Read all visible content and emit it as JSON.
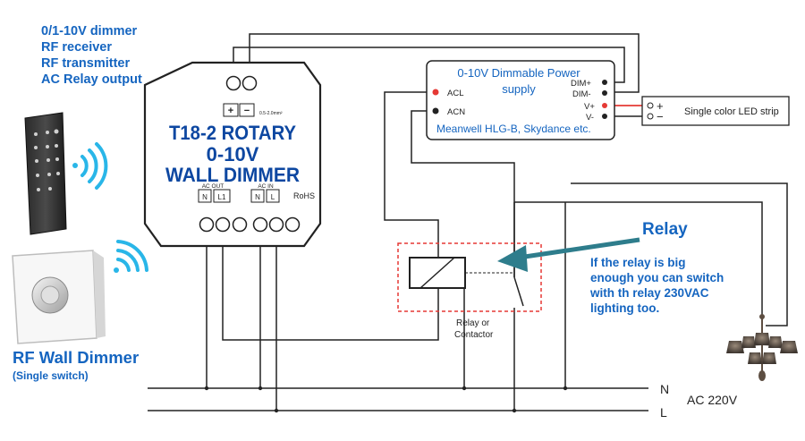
{
  "features": [
    "0/1-10V dimmer",
    "RF receiver",
    "RF transmitter",
    "AC Relay output"
  ],
  "dimmer": {
    "title_line1": "T18-2 ROTARY",
    "title_line2": "0-10V",
    "title_line3": "WALL DIMMER",
    "plus": "+",
    "minus": "−",
    "wire_size": "0.5-2.0mm²",
    "ac_out": "AC OUT",
    "ac_in": "AC IN",
    "n": "N",
    "l1": "L1",
    "l": "L",
    "rohs": "RoHS"
  },
  "power_supply": {
    "title_line1": "0-10V Dimmable Power",
    "title_line2": "supply",
    "acl": "ACL",
    "acn": "ACN",
    "dim_plus": "DIM+",
    "dim_minus": "DIM-",
    "v_plus": "V+",
    "v_minus": "V-",
    "brands": "Meanwell HLG-B, Skydance etc."
  },
  "led_strip": {
    "label": "Single color LED strip",
    "plus": "+",
    "minus": "−"
  },
  "relay": {
    "title": "Relay",
    "note": [
      "If the relay is big",
      "enough you can switch",
      "with th relay 230VAC",
      "lighting too."
    ],
    "caption_line1": "Relay or",
    "caption_line2": "Contactor"
  },
  "wall_dimmer": {
    "title": "RF Wall Dimmer",
    "subtitle": "(Single switch)"
  },
  "mains": {
    "n": "N",
    "l": "L",
    "voltage": "AC 220V"
  },
  "colors": {
    "accent_blue": "#1565c0",
    "wireless_teal": "#29b6e8",
    "relay_arrow": "#2e7d8c",
    "relay_box_red": "#e53935",
    "dimmer_title_blue": "#0d47a1"
  }
}
